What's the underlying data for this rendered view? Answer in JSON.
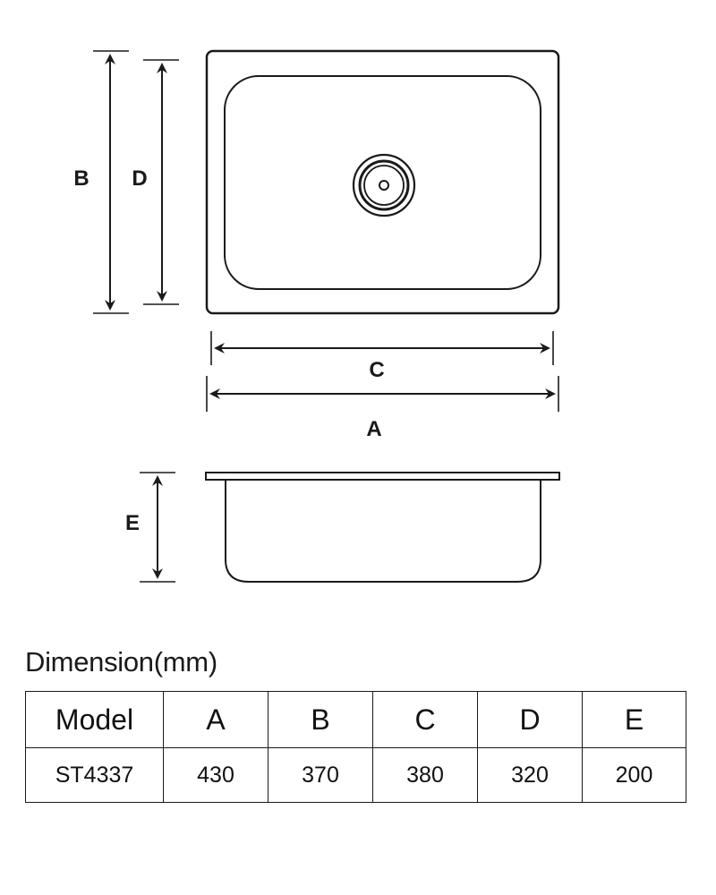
{
  "diagram": {
    "labels": {
      "a": "A",
      "b": "B",
      "c": "C",
      "d": "D",
      "e": "E"
    }
  },
  "caption": "Dimension(mm)",
  "table": {
    "headers": [
      "Model",
      "A",
      "B",
      "C",
      "D",
      "E"
    ],
    "rows": [
      [
        "ST4337",
        "430",
        "370",
        "380",
        "320",
        "200"
      ]
    ]
  }
}
